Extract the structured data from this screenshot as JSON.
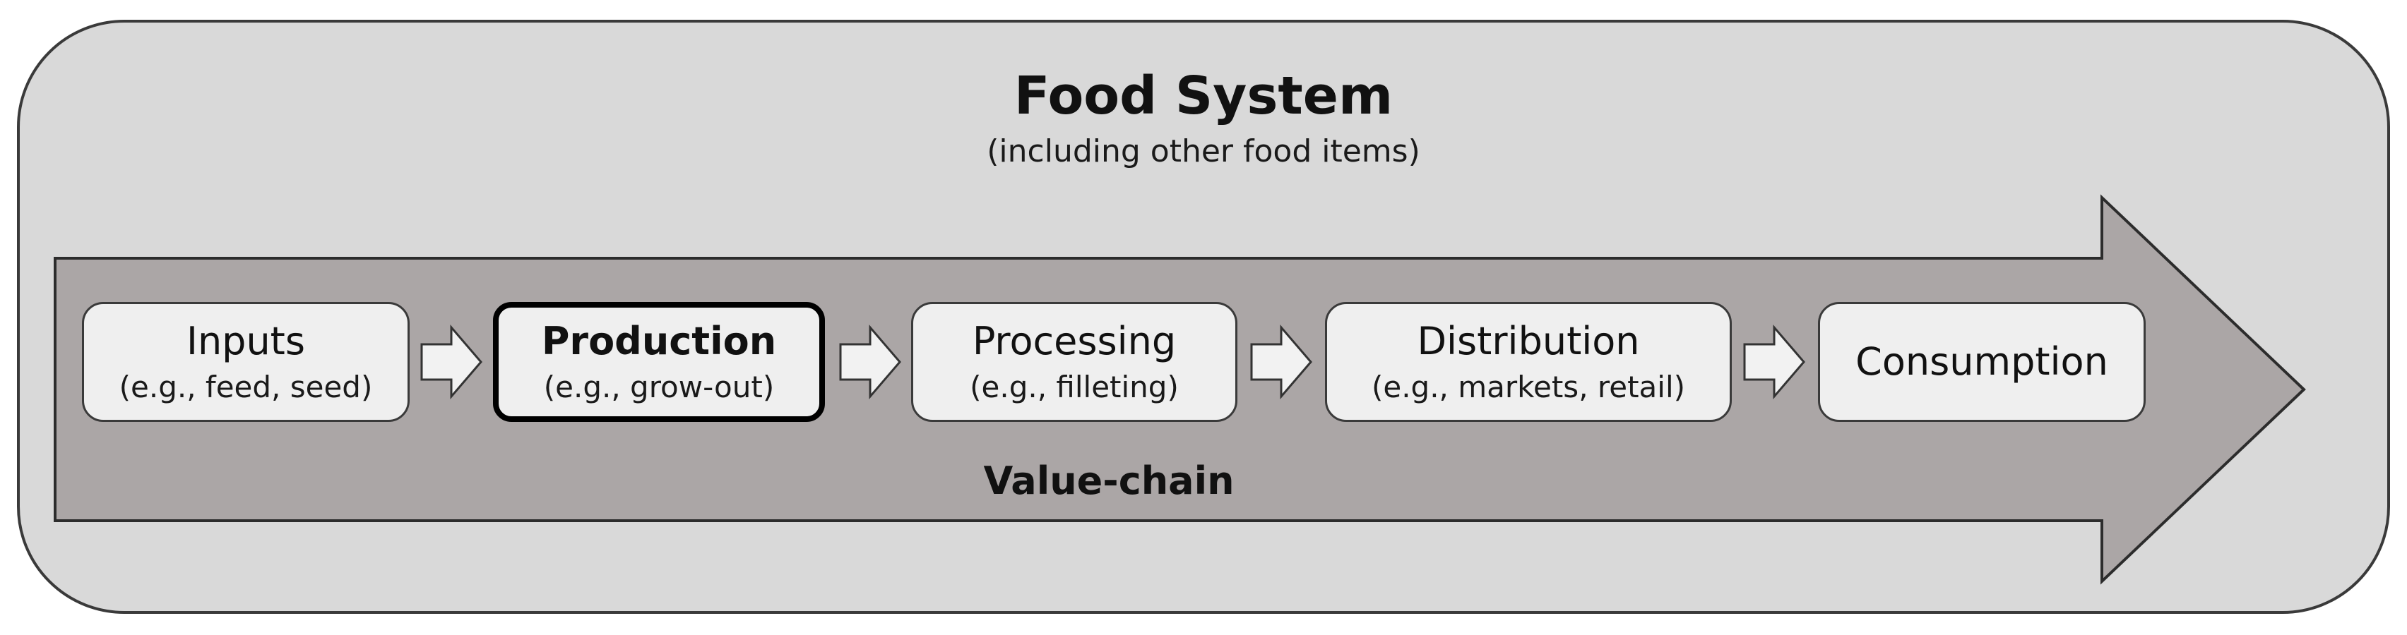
{
  "title": "Food System",
  "subtitle": "(including other food items)",
  "value_chain_label": "Value-chain",
  "stages": [
    {
      "name": "Inputs",
      "example": "(e.g., feed, seed)",
      "highlighted": false
    },
    {
      "name": "Production",
      "example": "(e.g., grow-out)",
      "highlighted": true
    },
    {
      "name": "Processing",
      "example": "(e.g., filleting)",
      "highlighted": false
    },
    {
      "name": "Distribution",
      "example": "(e.g., markets, retail)",
      "highlighted": false
    },
    {
      "name": "Consumption",
      "example": "",
      "highlighted": false
    }
  ],
  "colors": {
    "outer_panel": "#d9d9d9",
    "value_chain_arrow": "#aba6a6",
    "stage_box": "#efefef",
    "connector_arrow": "#f2f2f2",
    "outline": "#3a3a3a"
  }
}
